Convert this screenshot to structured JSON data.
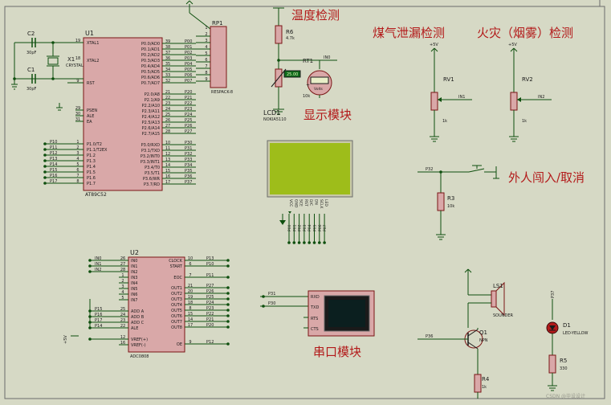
{
  "colors": {
    "background": "#d6d9c5",
    "wire": "#0e4f0e",
    "chip_fill": "#d9a8a8",
    "chip_stroke": "#7a1515",
    "label": "#1a1a1a",
    "pin": "#7a1515",
    "lcd": "#9ebd1a",
    "led": "#b31a1a",
    "title_cn": "#b31a1a"
  },
  "titles": {
    "temp": "温度检测",
    "gas": "煤气泄漏检测",
    "fire": "火灾（烟雾）检测",
    "display": "显示模块",
    "intrude": "外人闯入/取消",
    "serial": "串口模块"
  },
  "u1": {
    "ref": "U1",
    "part": "AT89C52",
    "left_pins": [
      {
        "num": "19",
        "name": "XTAL1"
      },
      {
        "num": "18",
        "name": "XTAL2"
      },
      {
        "num": "9",
        "name": "RST"
      },
      {
        "num": "29",
        "name": "PSEN"
      },
      {
        "num": "30",
        "name": "ALE"
      },
      {
        "num": "31",
        "name": "EA"
      },
      {
        "num": "1",
        "name": "P1.0/T2"
      },
      {
        "num": "2",
        "name": "P1.1/T2EX"
      },
      {
        "num": "3",
        "name": "P1.2"
      },
      {
        "num": "4",
        "name": "P1.3"
      },
      {
        "num": "5",
        "name": "P1.4"
      },
      {
        "num": "6",
        "name": "P1.5"
      },
      {
        "num": "7",
        "name": "P1.6"
      },
      {
        "num": "8",
        "name": "P1.7"
      }
    ],
    "right_pins": [
      {
        "num": "39",
        "name": "P0.0/AD0"
      },
      {
        "num": "38",
        "name": "P0.1/AD1"
      },
      {
        "num": "37",
        "name": "P0.2/AD2"
      },
      {
        "num": "36",
        "name": "P0.3/AD3"
      },
      {
        "num": "35",
        "name": "P0.4/AD4"
      },
      {
        "num": "34",
        "name": "P0.5/AD5"
      },
      {
        "num": "33",
        "name": "P0.6/AD6"
      },
      {
        "num": "32",
        "name": "P0.7/AD7"
      },
      {
        "num": "21",
        "name": "P2.0/A8"
      },
      {
        "num": "22",
        "name": "P2.1/A9"
      },
      {
        "num": "23",
        "name": "P2.2/A10"
      },
      {
        "num": "24",
        "name": "P2.3/A11"
      },
      {
        "num": "25",
        "name": "P2.4/A12"
      },
      {
        "num": "26",
        "name": "P2.5/A13"
      },
      {
        "num": "27",
        "name": "P2.6/A14"
      },
      {
        "num": "28",
        "name": "P2.7/A15"
      },
      {
        "num": "10",
        "name": "P3.0/RXD"
      },
      {
        "num": "11",
        "name": "P3.1/TXD"
      },
      {
        "num": "12",
        "name": "P3.2/INT0"
      },
      {
        "num": "13",
        "name": "P3.3/INT1"
      },
      {
        "num": "14",
        "name": "P3.4/T0"
      },
      {
        "num": "15",
        "name": "P3.5/T1"
      },
      {
        "num": "16",
        "name": "P3.6/WR"
      },
      {
        "num": "17",
        "name": "P3.7/RD"
      }
    ],
    "p1_nets": [
      "P10",
      "P11",
      "P12",
      "P13",
      "P14",
      "P15",
      "P16",
      "P17"
    ],
    "p0_nets": [
      "P00",
      "P01",
      "P02",
      "P03",
      "P04",
      "P05",
      "P06",
      "P07"
    ],
    "p2_nets": [
      "P20",
      "P21",
      "P22",
      "P23",
      "P24",
      "P25",
      "P26",
      "P27"
    ],
    "p3_nets": [
      "P30",
      "P31",
      "P32",
      "P33",
      "P34",
      "P35",
      "P36",
      "P37"
    ]
  },
  "c2": {
    "ref": "C2",
    "value": "30pF"
  },
  "c1": {
    "ref": "C1",
    "value": "30pF"
  },
  "x1": {
    "ref": "X1",
    "value": "CRYSTAL"
  },
  "rp1": {
    "ref": "RP1",
    "part": "RESPACK-8",
    "pins": [
      "1",
      "2",
      "3",
      "4",
      "5",
      "6",
      "7",
      "8",
      "9"
    ]
  },
  "r6": {
    "ref": "R6",
    "value": "4.7k"
  },
  "rt1": {
    "ref": "RT1",
    "net": "IN0",
    "readout": "25.00",
    "value": "10k",
    "meter": "Volts"
  },
  "lcd1": {
    "ref": "LCD1",
    "part": "NOKIA5110",
    "pins": [
      "VCC",
      "GND",
      "SCE",
      "RST",
      "D/C",
      "DN",
      "SCLK",
      "LED"
    ],
    "nets": [
      "P00",
      "P01",
      "P02",
      "P03",
      "P04",
      "P05",
      "P06",
      "P07"
    ]
  },
  "rv1": {
    "ref": "RV1",
    "supply": "+5V",
    "net": "IN1",
    "value": "1k"
  },
  "rv2": {
    "ref": "RV2",
    "supply": "+5V",
    "net": "IN2",
    "value": "1k"
  },
  "r3": {
    "ref": "R3",
    "value": "10k",
    "net": "P32"
  },
  "u2": {
    "ref": "U2",
    "part": "ADC0808",
    "left_pins": [
      {
        "num": "26",
        "name": "IN0",
        "net": "IN0"
      },
      {
        "num": "27",
        "name": "IN1",
        "net": "IN1"
      },
      {
        "num": "28",
        "name": "IN2",
        "net": "IN2"
      },
      {
        "num": "1",
        "name": "IN3",
        "net": ""
      },
      {
        "num": "2",
        "name": "IN4",
        "net": ""
      },
      {
        "num": "3",
        "name": "IN5",
        "net": ""
      },
      {
        "num": "4",
        "name": "IN6",
        "net": ""
      },
      {
        "num": "5",
        "name": "IN7",
        "net": ""
      },
      {
        "num": "25",
        "name": "ADD A",
        "net": "P15"
      },
      {
        "num": "24",
        "name": "ADD B",
        "net": "P16"
      },
      {
        "num": "23",
        "name": "ADD C",
        "net": "P17"
      },
      {
        "num": "22",
        "name": "ALE",
        "net": "P14"
      },
      {
        "num": "12",
        "name": "VREF(+)",
        "net": "+5V"
      },
      {
        "num": "16",
        "name": "VREF(-)",
        "net": ""
      }
    ],
    "right_pins": [
      {
        "num": "10",
        "name": "CLOCK",
        "net": "P13"
      },
      {
        "num": "6",
        "name": "START",
        "net": "P10"
      },
      {
        "num": "7",
        "name": "EOC",
        "net": "P11"
      },
      {
        "num": "21",
        "name": "OUT1",
        "net": "P27"
      },
      {
        "num": "20",
        "name": "OUT2",
        "net": "P26"
      },
      {
        "num": "19",
        "name": "OUT3",
        "net": "P25"
      },
      {
        "num": "18",
        "name": "OUT4",
        "net": "P24"
      },
      {
        "num": "8",
        "name": "OUT5",
        "net": "P23"
      },
      {
        "num": "15",
        "name": "OUT6",
        "net": "P22"
      },
      {
        "num": "14",
        "name": "OUT7",
        "net": "P21"
      },
      {
        "num": "17",
        "name": "OUT8",
        "net": "P20"
      },
      {
        "num": "9",
        "name": "OE",
        "net": "P12"
      }
    ]
  },
  "term": {
    "pins": [
      "RXD",
      "TXD",
      "RTS",
      "CTS"
    ],
    "nets": [
      "P31",
      "P30"
    ]
  },
  "ls1": {
    "ref": "LS1",
    "part": "SOUNDER"
  },
  "q1": {
    "ref": "Q1",
    "part": "NPN",
    "net": "P36"
  },
  "r4": {
    "ref": "R4",
    "value": "1k"
  },
  "d1": {
    "ref": "D1",
    "part": "LED-YELLOW",
    "net": "P37"
  },
  "r5": {
    "ref": "R5",
    "value": "330"
  },
  "watermark": "CSDN @毕设设计"
}
